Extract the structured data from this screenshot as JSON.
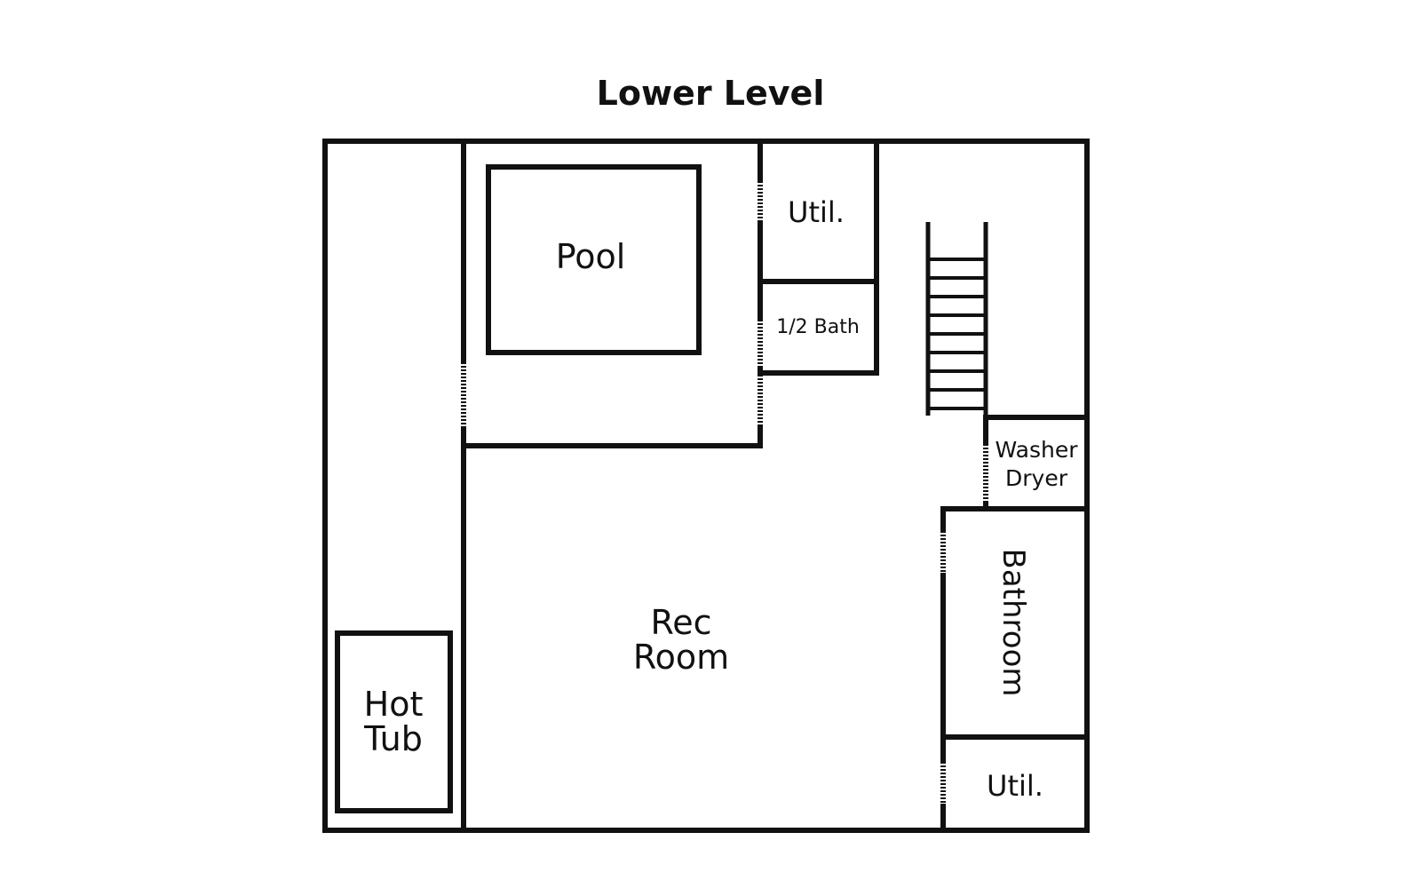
{
  "title": "Lower Level",
  "colors": {
    "background": "#ffffff",
    "ink": "#111111"
  },
  "rooms": {
    "pool": "Pool",
    "util_top": "Util.",
    "half_bath": "1/2 Bath",
    "washer": "Washer",
    "dryer": "Dryer",
    "bathroom": "Bathroom",
    "util_bottom": "Util.",
    "rec_room_line1": "Rec",
    "rec_room_line2": "Room",
    "hot_tub_line1": "Hot",
    "hot_tub_line2": "Tub"
  },
  "fixtures": {
    "stairs": "stairs-icon"
  }
}
